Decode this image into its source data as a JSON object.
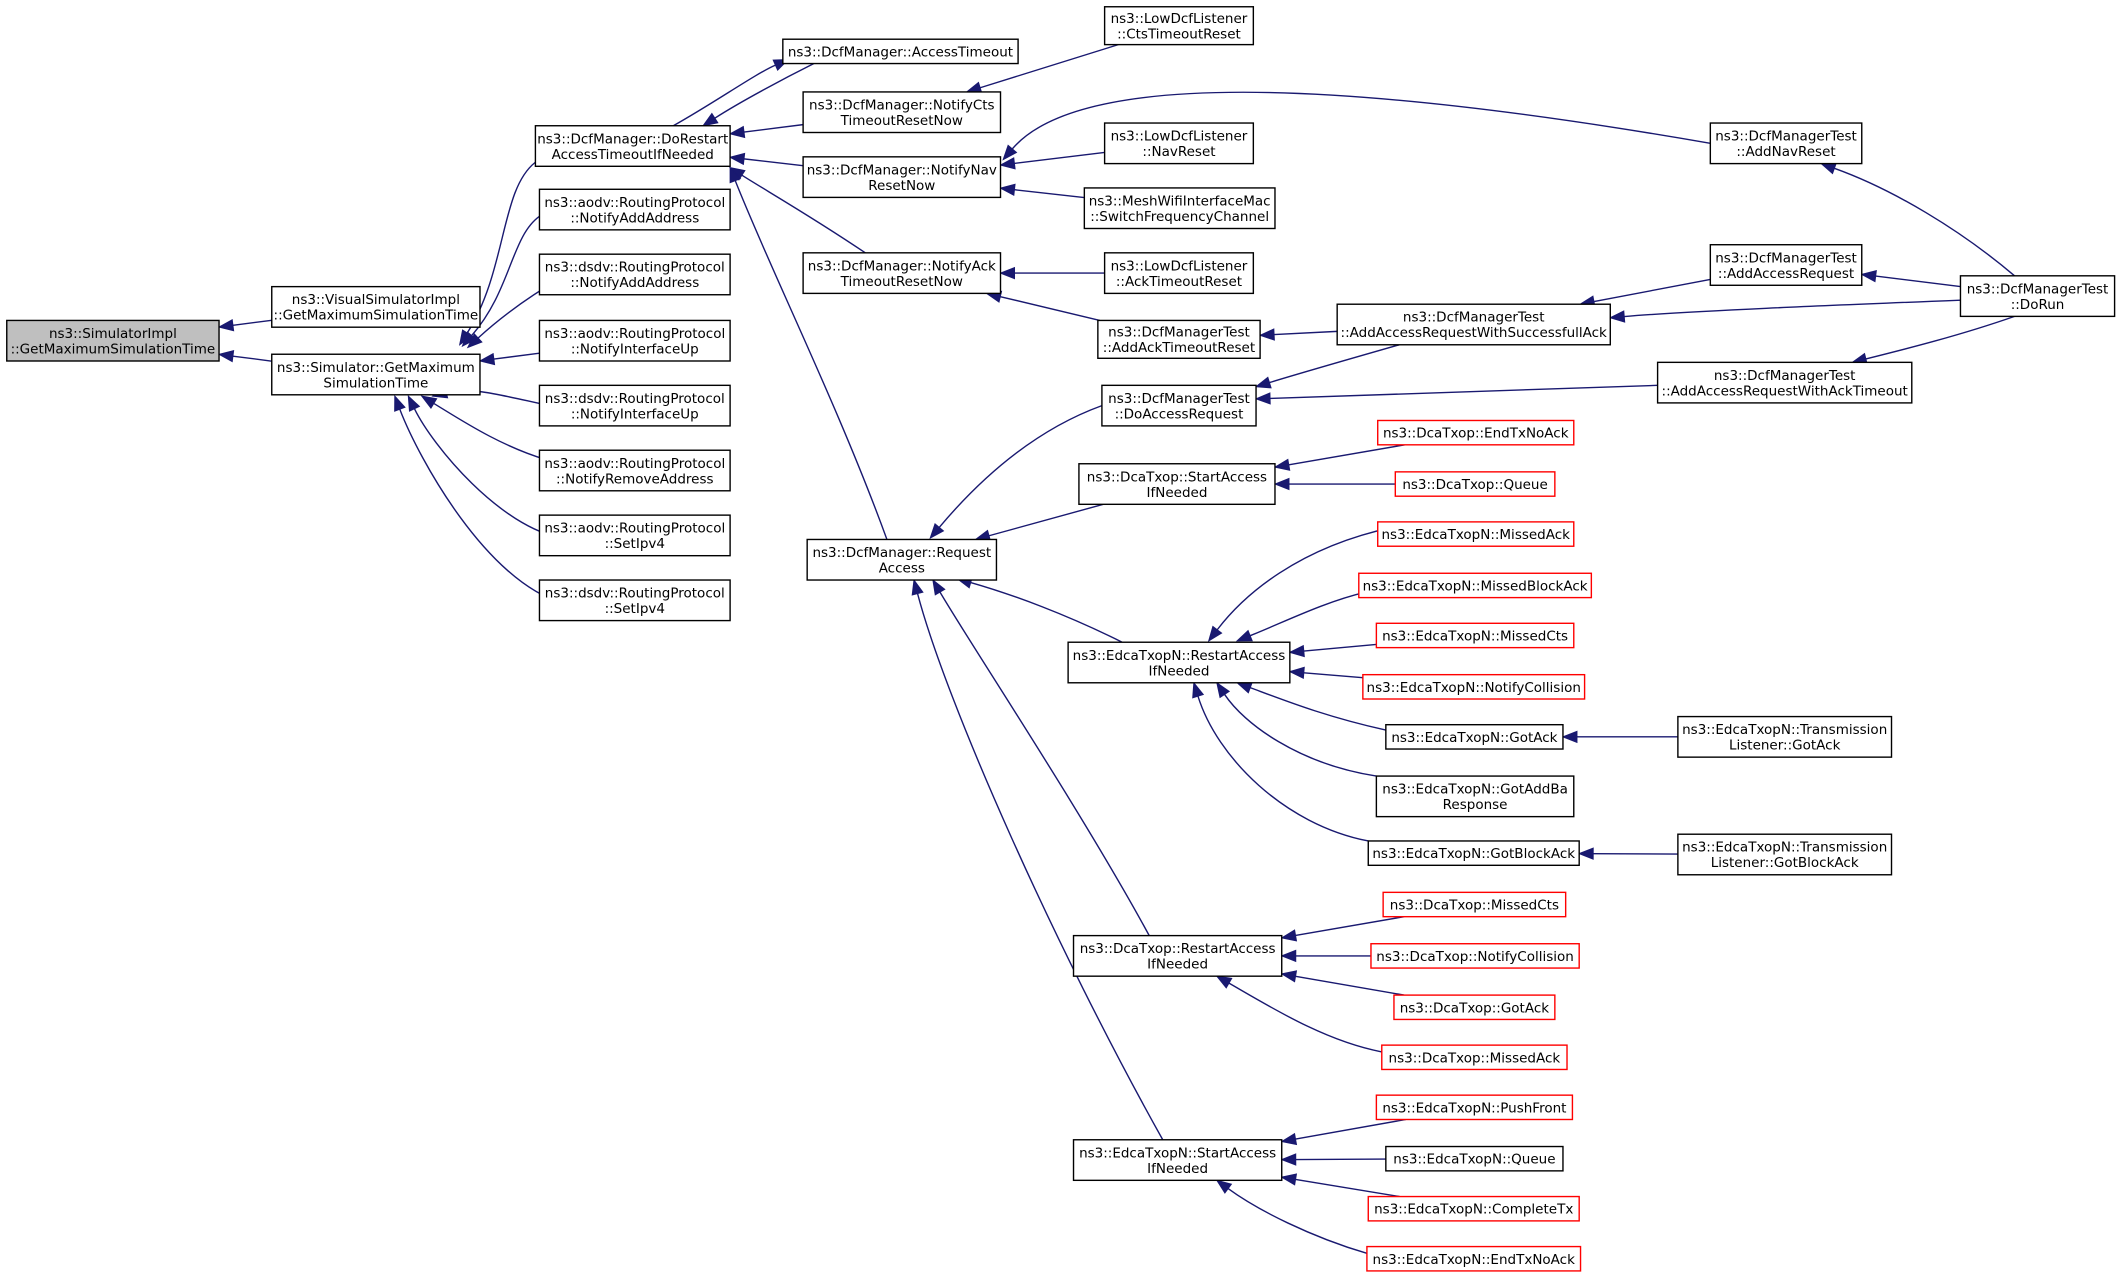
{
  "colors": {
    "edge": "#191970",
    "box_border": "#000000",
    "truncated_border": "#ff0000",
    "root_fill": "#bfbfbf",
    "box_fill": "#ffffff"
  },
  "nodes": [
    {
      "id": "root",
      "lines": [
        "ns3::SimulatorImpl",
        "::GetMaximumSimulationTime"
      ],
      "kind": "root"
    },
    {
      "id": "vis",
      "lines": [
        "ns3::VisualSimulatorImpl",
        "::GetMaximumSimulationTime"
      ],
      "kind": "normal"
    },
    {
      "id": "sim",
      "lines": [
        "ns3::Simulator::GetMaximum",
        "SimulationTime"
      ],
      "kind": "normal"
    },
    {
      "id": "restart",
      "lines": [
        "ns3::DcfManager::DoRestart",
        "AccessTimeoutIfNeeded"
      ],
      "kind": "normal"
    },
    {
      "id": "aodvAdd",
      "lines": [
        "ns3::aodv::RoutingProtocol",
        "::NotifyAddAddress"
      ],
      "kind": "normal"
    },
    {
      "id": "dsdvAdd",
      "lines": [
        "ns3::dsdv::RoutingProtocol",
        "::NotifyAddAddress"
      ],
      "kind": "normal"
    },
    {
      "id": "aodvUp",
      "lines": [
        "ns3::aodv::RoutingProtocol",
        "::NotifyInterfaceUp"
      ],
      "kind": "normal"
    },
    {
      "id": "dsdvUp",
      "lines": [
        "ns3::dsdv::RoutingProtocol",
        "::NotifyInterfaceUp"
      ],
      "kind": "normal"
    },
    {
      "id": "aodvRem",
      "lines": [
        "ns3::aodv::RoutingProtocol",
        "::NotifyRemoveAddress"
      ],
      "kind": "normal"
    },
    {
      "id": "aodvIpv4",
      "lines": [
        "ns3::aodv::RoutingProtocol",
        "::SetIpv4"
      ],
      "kind": "normal"
    },
    {
      "id": "dsdvIpv4",
      "lines": [
        "ns3::dsdv::RoutingProtocol",
        "::SetIpv4"
      ],
      "kind": "normal"
    },
    {
      "id": "accTimeout",
      "lines": [
        "ns3::DcfManager::AccessTimeout"
      ],
      "kind": "normal"
    },
    {
      "id": "notifyCts",
      "lines": [
        "ns3::DcfManager::NotifyCts",
        "TimeoutResetNow"
      ],
      "kind": "normal"
    },
    {
      "id": "notifyNav",
      "lines": [
        "ns3::DcfManager::NotifyNav",
        "ResetNow"
      ],
      "kind": "normal"
    },
    {
      "id": "notifyAck",
      "lines": [
        "ns3::DcfManager::NotifyAck",
        "TimeoutResetNow"
      ],
      "kind": "normal"
    },
    {
      "id": "reqAccess",
      "lines": [
        "ns3::DcfManager::Request",
        "Access"
      ],
      "kind": "normal"
    },
    {
      "id": "lowCts",
      "lines": [
        "ns3::LowDcfListener",
        "::CtsTimeoutReset"
      ],
      "kind": "normal"
    },
    {
      "id": "lowNav",
      "lines": [
        "ns3::LowDcfListener",
        "::NavReset"
      ],
      "kind": "normal"
    },
    {
      "id": "meshSwitch",
      "lines": [
        "ns3::MeshWifiInterfaceMac",
        "::SwitchFrequencyChannel"
      ],
      "kind": "normal"
    },
    {
      "id": "lowAck",
      "lines": [
        "ns3::LowDcfListener",
        "::AckTimeoutReset"
      ],
      "kind": "normal"
    },
    {
      "id": "testAckReset",
      "lines": [
        "ns3::DcfManagerTest",
        "::AddAckTimeoutReset"
      ],
      "kind": "normal"
    },
    {
      "id": "testDoAccess",
      "lines": [
        "ns3::DcfManagerTest",
        "::DoAccessRequest"
      ],
      "kind": "normal"
    },
    {
      "id": "dcaStart",
      "lines": [
        "ns3::DcaTxop::StartAccess",
        "IfNeeded"
      ],
      "kind": "normal"
    },
    {
      "id": "edcaRestart",
      "lines": [
        "ns3::EdcaTxopN::RestartAccess",
        "IfNeeded"
      ],
      "kind": "normal"
    },
    {
      "id": "dcaRestart",
      "lines": [
        "ns3::DcaTxop::RestartAccess",
        "IfNeeded"
      ],
      "kind": "normal"
    },
    {
      "id": "edcaStart",
      "lines": [
        "ns3::EdcaTxopN::StartAccess",
        "IfNeeded"
      ],
      "kind": "normal"
    },
    {
      "id": "testAddNav",
      "lines": [
        "ns3::DcfManagerTest",
        "::AddNavReset"
      ],
      "kind": "normal"
    },
    {
      "id": "testAddAccess",
      "lines": [
        "ns3::DcfManagerTest",
        "::AddAccessRequest"
      ],
      "kind": "normal"
    },
    {
      "id": "testAddSucc",
      "lines": [
        "ns3::DcfManagerTest",
        "::AddAccessRequestWithSuccessfullAck"
      ],
      "kind": "normal"
    },
    {
      "id": "testAddTimeout",
      "lines": [
        "ns3::DcfManagerTest",
        "::AddAccessRequestWithAckTimeout"
      ],
      "kind": "normal"
    },
    {
      "id": "testDoRun",
      "lines": [
        "ns3::DcfManagerTest",
        "::DoRun"
      ],
      "kind": "normal"
    },
    {
      "id": "dcaEndTx",
      "lines": [
        "ns3::DcaTxop::EndTxNoAck"
      ],
      "kind": "truncated"
    },
    {
      "id": "dcaQueue",
      "lines": [
        "ns3::DcaTxop::Queue"
      ],
      "kind": "truncated"
    },
    {
      "id": "edcaMissedAck",
      "lines": [
        "ns3::EdcaTxopN::MissedAck"
      ],
      "kind": "truncated"
    },
    {
      "id": "edcaMissedBlock",
      "lines": [
        "ns3::EdcaTxopN::MissedBlockAck"
      ],
      "kind": "truncated"
    },
    {
      "id": "edcaMissedCts",
      "lines": [
        "ns3::EdcaTxopN::MissedCts"
      ],
      "kind": "truncated"
    },
    {
      "id": "edcaCollision",
      "lines": [
        "ns3::EdcaTxopN::NotifyCollision"
      ],
      "kind": "truncated"
    },
    {
      "id": "edcaGotAck",
      "lines": [
        "ns3::EdcaTxopN::GotAck"
      ],
      "kind": "normal"
    },
    {
      "id": "edcaGotAddBa",
      "lines": [
        "ns3::EdcaTxopN::GotAddBa",
        "Response"
      ],
      "kind": "normal"
    },
    {
      "id": "edcaGotBlock",
      "lines": [
        "ns3::EdcaTxopN::GotBlockAck"
      ],
      "kind": "normal"
    },
    {
      "id": "listenerGotAck",
      "lines": [
        "ns3::EdcaTxopN::Transmission",
        "Listener::GotAck"
      ],
      "kind": "normal"
    },
    {
      "id": "listenerGotBlock",
      "lines": [
        "ns3::EdcaTxopN::Transmission",
        "Listener::GotBlockAck"
      ],
      "kind": "normal"
    },
    {
      "id": "dcaMissedCts",
      "lines": [
        "ns3::DcaTxop::MissedCts"
      ],
      "kind": "truncated"
    },
    {
      "id": "dcaCollision",
      "lines": [
        "ns3::DcaTxop::NotifyCollision"
      ],
      "kind": "truncated"
    },
    {
      "id": "dcaGotAck",
      "lines": [
        "ns3::DcaTxop::GotAck"
      ],
      "kind": "truncated"
    },
    {
      "id": "dcaMissedAck",
      "lines": [
        "ns3::DcaTxop::MissedAck"
      ],
      "kind": "truncated"
    },
    {
      "id": "edcaPushFront",
      "lines": [
        "ns3::EdcaTxopN::PushFront"
      ],
      "kind": "truncated"
    },
    {
      "id": "edcaQueue",
      "lines": [
        "ns3::EdcaTxopN::Queue"
      ],
      "kind": "normal"
    },
    {
      "id": "edcaComplete",
      "lines": [
        "ns3::EdcaTxopN::CompleteTx"
      ],
      "kind": "truncated"
    },
    {
      "id": "edcaEndTx",
      "lines": [
        "ns3::EdcaTxopN::EndTxNoAck"
      ],
      "kind": "truncated"
    }
  ],
  "edges": [
    [
      "vis",
      "root"
    ],
    [
      "sim",
      "root"
    ],
    [
      "restart",
      "sim"
    ],
    [
      "aodvAdd",
      "sim"
    ],
    [
      "dsdvAdd",
      "sim"
    ],
    [
      "aodvUp",
      "sim"
    ],
    [
      "dsdvUp",
      "sim"
    ],
    [
      "aodvRem",
      "sim"
    ],
    [
      "aodvIpv4",
      "sim"
    ],
    [
      "dsdvIpv4",
      "sim"
    ],
    [
      "accTimeout",
      "restart"
    ],
    [
      "restart",
      "accTimeout"
    ],
    [
      "notifyCts",
      "restart"
    ],
    [
      "notifyNav",
      "restart"
    ],
    [
      "notifyAck",
      "restart"
    ],
    [
      "reqAccess",
      "restart"
    ],
    [
      "lowCts",
      "notifyCts"
    ],
    [
      "lowNav",
      "notifyNav"
    ],
    [
      "meshSwitch",
      "notifyNav"
    ],
    [
      "testAddNav",
      "notifyNav"
    ],
    [
      "lowAck",
      "notifyAck"
    ],
    [
      "testAckReset",
      "notifyAck"
    ],
    [
      "testDoAccess",
      "reqAccess"
    ],
    [
      "dcaStart",
      "reqAccess"
    ],
    [
      "edcaRestart",
      "reqAccess"
    ],
    [
      "dcaRestart",
      "reqAccess"
    ],
    [
      "edcaStart",
      "reqAccess"
    ],
    [
      "testAddSucc",
      "testAckReset"
    ],
    [
      "testAddSucc",
      "testDoAccess"
    ],
    [
      "testAddTimeout",
      "testDoAccess"
    ],
    [
      "testAddAccess",
      "testAddSucc"
    ],
    [
      "testDoRun",
      "testAddSucc"
    ],
    [
      "testDoRun",
      "testAddNav"
    ],
    [
      "testDoRun",
      "testAddAccess"
    ],
    [
      "testDoRun",
      "testAddTimeout"
    ],
    [
      "dcaEndTx",
      "dcaStart"
    ],
    [
      "dcaQueue",
      "dcaStart"
    ],
    [
      "edcaMissedAck",
      "edcaRestart"
    ],
    [
      "edcaMissedBlock",
      "edcaRestart"
    ],
    [
      "edcaMissedCts",
      "edcaRestart"
    ],
    [
      "edcaCollision",
      "edcaRestart"
    ],
    [
      "edcaGotAck",
      "edcaRestart"
    ],
    [
      "edcaGotAddBa",
      "edcaRestart"
    ],
    [
      "edcaGotBlock",
      "edcaRestart"
    ],
    [
      "listenerGotAck",
      "edcaGotAck"
    ],
    [
      "listenerGotBlock",
      "edcaGotBlock"
    ],
    [
      "dcaMissedCts",
      "dcaRestart"
    ],
    [
      "dcaCollision",
      "dcaRestart"
    ],
    [
      "dcaGotAck",
      "dcaRestart"
    ],
    [
      "dcaMissedAck",
      "dcaRestart"
    ],
    [
      "edcaPushFront",
      "edcaStart"
    ],
    [
      "edcaQueue",
      "edcaStart"
    ],
    [
      "edcaComplete",
      "edcaStart"
    ],
    [
      "edcaEndTx",
      "edcaStart"
    ]
  ]
}
